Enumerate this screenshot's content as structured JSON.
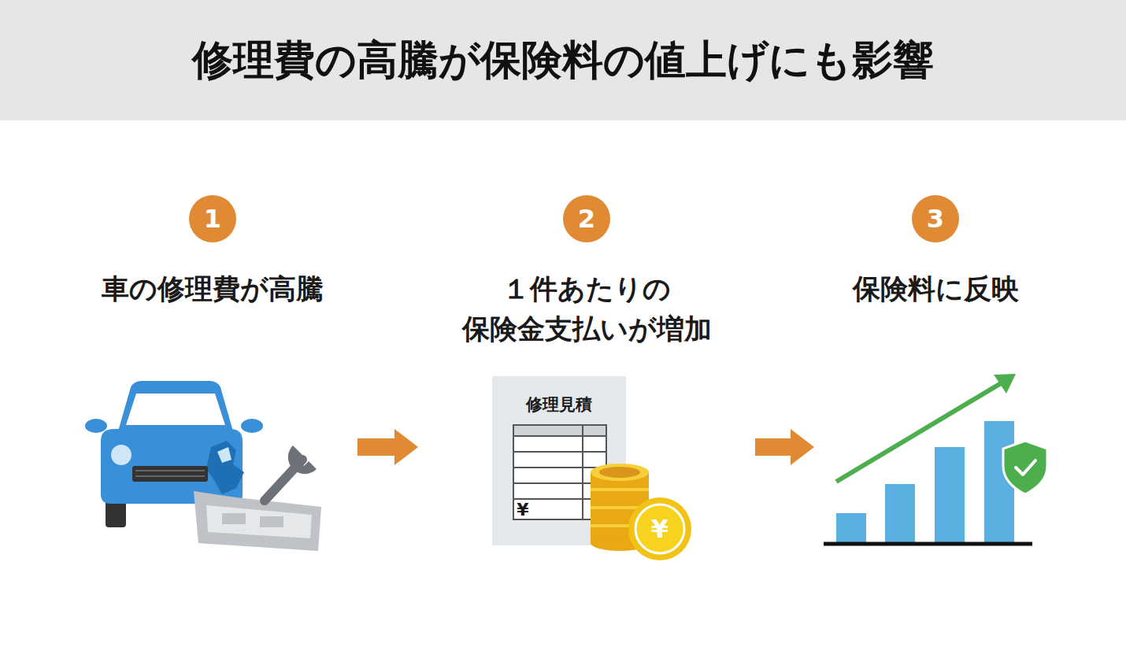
{
  "diagram": {
    "title": "修理費の高騰が保険料の値上げにも影響",
    "nodes": [
      {
        "text": [
          "1",
          "車の修理費が高騰"
        ]
      },
      {
        "text": [
          "2",
          "１件あたりの 保険金支払いが増加"
        ]
      },
      {
        "text": [
          "3",
          "保険料に反映"
        ]
      }
    ],
    "edges": [
      {
        "from": 0,
        "to": 1,
        "arrow": "to"
      },
      {
        "from": 1,
        "to": 2,
        "arrow": "to"
      }
    ],
    "labels": [
      "修理見積",
      "¥",
      "¥"
    ]
  }
}
